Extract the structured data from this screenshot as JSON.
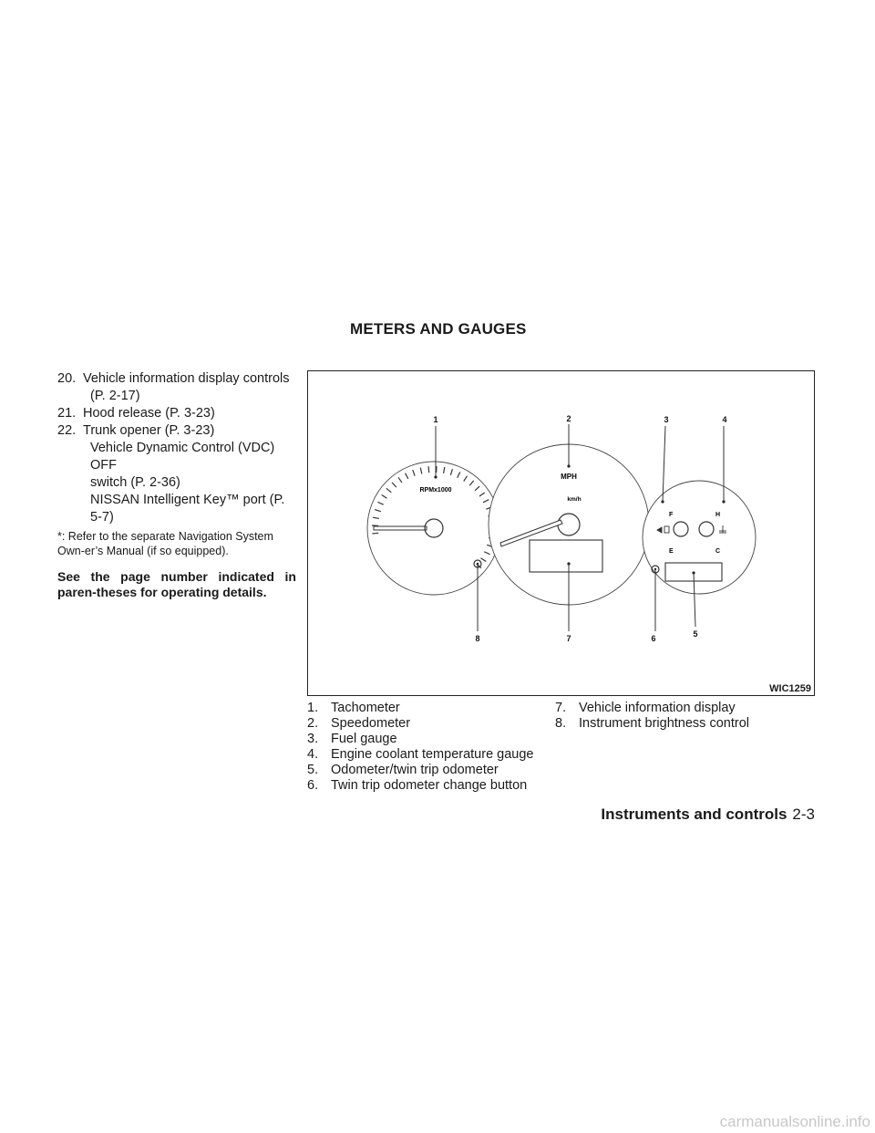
{
  "section_title": "METERS AND GAUGES",
  "left_column": {
    "items": [
      {
        "num": "20.",
        "text": "Vehicle information display controls"
      },
      {
        "num": "",
        "text": "(P. 2-17)",
        "indent": true
      },
      {
        "num": "21.",
        "text": "Hood release (P. 3-23)"
      },
      {
        "num": "22.",
        "text": "Trunk opener (P. 3-23)"
      },
      {
        "num": "",
        "text": "Vehicle Dynamic Control (VDC) OFF",
        "indent": true
      },
      {
        "num": "",
        "text": "switch (P. 2-36)",
        "indent": true
      },
      {
        "num": "",
        "text": "NISSAN Intelligent Key™ port (P. 5-7)",
        "indent": true
      }
    ],
    "footnote": "*: Refer to the separate Navigation System Own-er’s Manual (if so equipped).",
    "instruction": "See the page number indicated in paren-theses for operating details."
  },
  "figure": {
    "code": "WIC1259",
    "tach_label": "RPMx1000",
    "speed_label": "MPH",
    "speed_sub_label": "km/h",
    "fuel_full": "F",
    "fuel_empty": "E",
    "temp_hot": "H",
    "temp_cold": "C",
    "callouts": [
      "1",
      "2",
      "3",
      "4",
      "5",
      "6",
      "7",
      "8"
    ]
  },
  "legend": {
    "left": [
      {
        "num": "1.",
        "text": "Tachometer"
      },
      {
        "num": "2.",
        "text": "Speedometer"
      },
      {
        "num": "3.",
        "text": "Fuel gauge"
      },
      {
        "num": "4.",
        "text": "Engine coolant temperature gauge"
      },
      {
        "num": "5.",
        "text": "Odometer/twin trip odometer"
      },
      {
        "num": "6.",
        "text": "Twin trip odometer change button"
      }
    ],
    "right": [
      {
        "num": "7.",
        "text": "Vehicle information display"
      },
      {
        "num": "8.",
        "text": "Instrument brightness control"
      }
    ]
  },
  "footer": {
    "chapter": "Instruments and controls",
    "page": "2-3"
  },
  "watermark": "carmanualsonline.info"
}
